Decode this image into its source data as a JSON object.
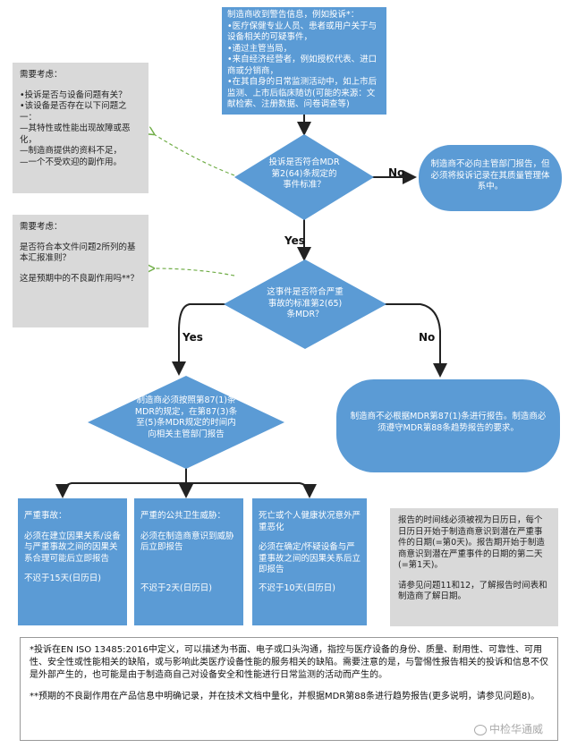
{
  "top_box": {
    "lines": [
      "制造商收到警告信息，例如投诉*：",
      "•医疗保健专业人员、患者或用户关于与设备相关的可疑事件，",
      "•通过主管当局，",
      "•来自经济经营者，例如授权代表、进口商或分销商，",
      "•在其自身的日常监测活动中，如上市后监测、上市后临床随访(可能的来源：文献检索、注册数据、问卷调查等)"
    ]
  },
  "consider1": {
    "title": "需要考虑：",
    "body": "•投诉是否与设备问题有关？\n•该设备是否存在以下问题之一：\n—其特性或性能出现故障或恶化，\n—制造商提供的资料不足，\n—一个不受欢迎的副作用。"
  },
  "decision1": {
    "text": "投诉是否符合MDR第2(64)条规定的事件标准？"
  },
  "no1_label": "No",
  "no1_box": {
    "text": "制造商不必向主管部门报告，但必须将投诉记录在其质量管理体系中。"
  },
  "yes1_label": "Yes",
  "consider2": {
    "title": "需要考虑：",
    "p1": "是否符合本文件问题2所列的基本汇报准则？",
    "p2": "这是预期中的不良副作用吗**？"
  },
  "decision2": {
    "text": "这事件是否符合严重事故的标准第2(65)条MDR？"
  },
  "yes2_label": "Yes",
  "no2_label": "No",
  "decision3": {
    "text": "制造商必须按照第87(1)条MDR的规定，在第87(3)条至(5)条MDR规定的时间内向相关主管部门报告"
  },
  "no2_box": {
    "text": "制造商不必根据MDR第87(1)条进行报告。制造商必须遵守MDR第88条趋势报告的要求。"
  },
  "cases": [
    {
      "title": "严重事故：",
      "body": "必须在建立因果关系/设备与严重事故之间的因果关系合理可能后立即报告",
      "limit": "不迟于15天(日历日)"
    },
    {
      "title": "严重的公共卫生威胁：",
      "body": "必须在制造商意识到威胁后立即报告",
      "limit": "不迟于2天(日历日)"
    },
    {
      "title": "死亡或个人健康状况意外严重恶化",
      "body": "必须在确定/怀疑设备与严重事故之间的因果关系后立即报告",
      "limit": "不迟于10天(日历日)"
    }
  ],
  "timeline_note": {
    "p1": "报告的时间线必须被视为日历日，每个日历日开始于制造商意识到潜在严重事件的日期(=第0天)。报告期开始于制造商意识到潜在严重事件的日期的第二天(=第1天)。",
    "p2": "请参见问题11和12，了解报告时间表和制造商了解日期。"
  },
  "footnotes": {
    "f1": "*投诉在EN ISO 13485:2016中定义，可以描述为书面、电子或口头沟通，指控与医疗设备的身份、质量、耐用性、可靠性、可用性、安全性或性能相关的缺陷，或与影响此类医疗设备性能的服务相关的缺陷。需要注意的是，与警惕性报告相关的投诉和信息不仅是外部产生的，也可能是由于制造商自己对设备安全和性能进行日常监测的活动而产生的。",
    "f2": "**预期的不良副作用在产品信息中明确记录，并在技术文档中量化，并根据MDR第88条进行趋势报告(更多说明，请参见问题8)。"
  },
  "watermark": "中检华通威",
  "colors": {
    "blue": "#5b9bd5",
    "grey": "#d9d9d9",
    "arrow": "#222222",
    "dashed": "#70ad47"
  }
}
